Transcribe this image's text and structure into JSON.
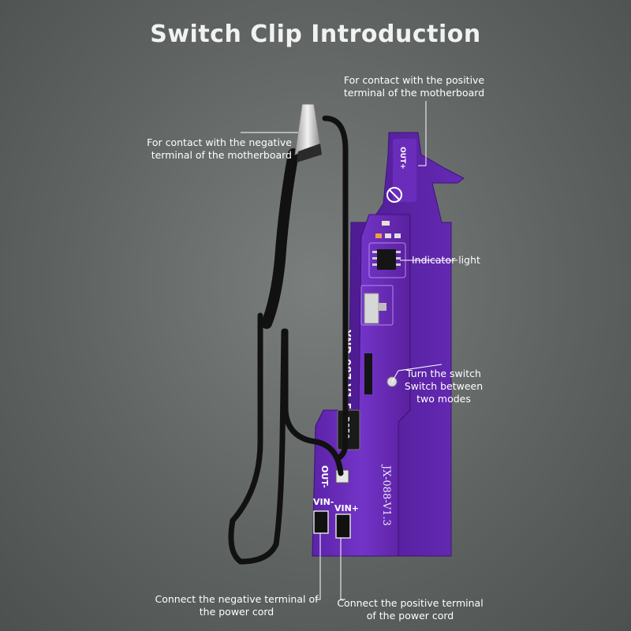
{
  "title": "Switch Clip Introduction",
  "callouts": {
    "positive_contact": "For contact with the positive terminal of the motherboard",
    "negative_contact": "For contact with the negative terminal of the motherboard",
    "indicator": "Indicator light",
    "switch_line1": "Turn the switch",
    "switch_line2": "Switch between two modes",
    "neg_power": "Connect the negative terminal of the power cord",
    "pos_power": "Connect the positive terminal of the power cord"
  },
  "board_marks": {
    "out_plus": "OUT+",
    "model_a": "YND-087-V1.5",
    "resistor": "R050",
    "out_minus": "OUT-",
    "vin_minus": "VIN-",
    "vin_plus": "VIN+",
    "model_b": "JX-088-V1.3"
  },
  "colors": {
    "background": "#5f6362",
    "pcb": "#6d2fbf",
    "cable": "#111111"
  }
}
